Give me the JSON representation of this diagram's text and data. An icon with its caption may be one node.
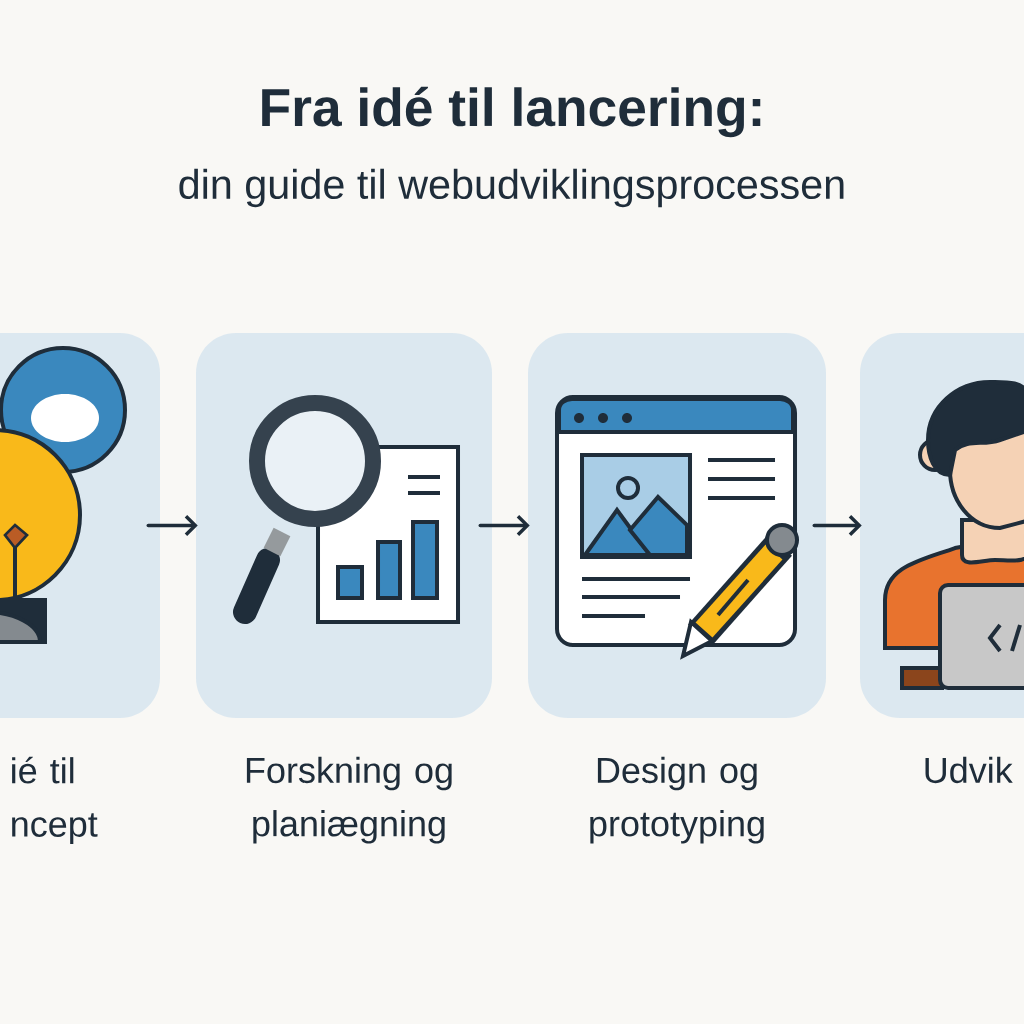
{
  "diagram": {
    "title": "Fra idé til lancering:",
    "nodes": [
      {
        "text": [
          "ié til ncept"
        ]
      },
      {
        "text": [
          "Forskning og planiægning"
        ]
      },
      {
        "text": [
          "Design og prototyping"
        ]
      },
      {
        "text": [
          "Udvik"
        ]
      }
    ],
    "edges": [
      {
        "from": 0,
        "to": 1,
        "arrow": "to"
      },
      {
        "from": 1,
        "to": 2,
        "arrow": "to"
      },
      {
        "from": 2,
        "to": 3,
        "arrow": "to"
      }
    ],
    "labels": [
      "din guide til webudviklingsprocessen"
    ]
  }
}
